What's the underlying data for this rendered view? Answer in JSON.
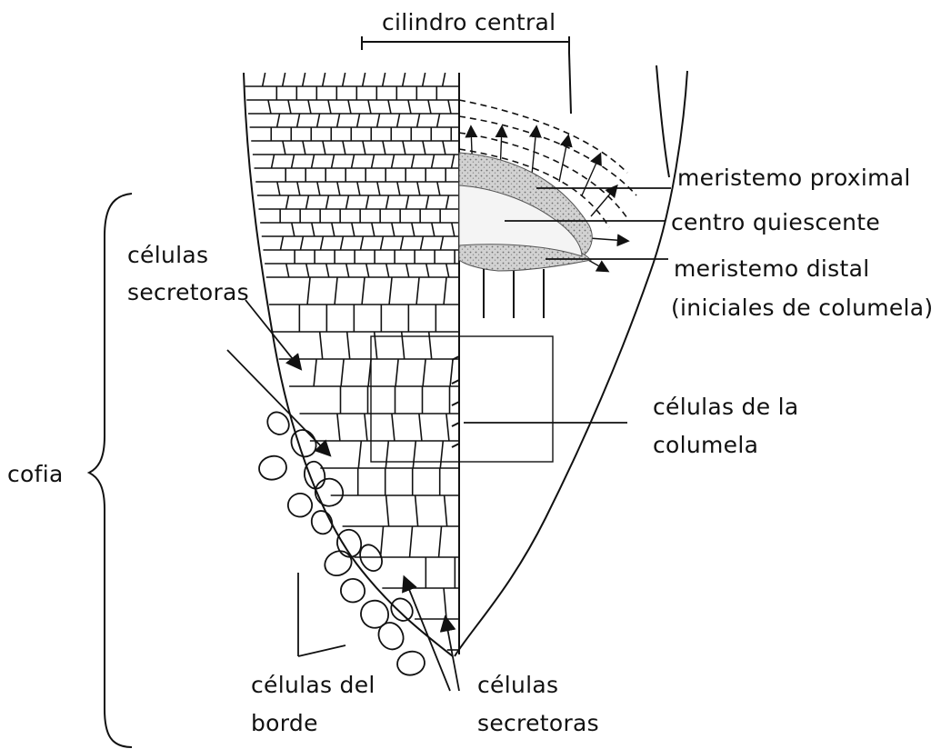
{
  "labels": {
    "cilindro_central": "cilindro central",
    "meristemo_proximal": "meristemo proximal",
    "centro_quiescente": "centro quiescente",
    "meristemo_distal": "meristemo distal",
    "iniciales_columela": "(iniciales de columela)",
    "celulas_secretoras_top_1": "células",
    "celulas_secretoras_top_2": "secretoras",
    "celulas_columela_1": "células de la",
    "celulas_columela_2": "columela",
    "cofia": "cofia",
    "celulas_borde_1": "células del",
    "celulas_borde_2": "borde",
    "celulas_secretoras_bottom_1": "células",
    "celulas_secretoras_bottom_2": "secretoras"
  },
  "colors": {
    "ink": "#111111",
    "stipple": "#bdbdbd"
  }
}
